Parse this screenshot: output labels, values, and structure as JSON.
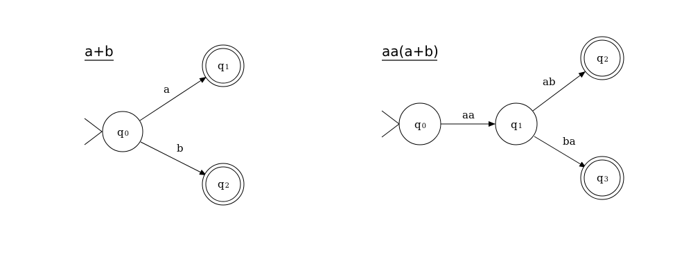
{
  "diagrams": [
    {
      "title": "a+b",
      "states": [
        {
          "id": "q0",
          "name": "q",
          "sub": "0",
          "accepting": false,
          "start": true
        },
        {
          "id": "q1",
          "name": "q",
          "sub": "1",
          "accepting": true,
          "start": false
        },
        {
          "id": "q2",
          "name": "q",
          "sub": "2",
          "accepting": true,
          "start": false
        }
      ],
      "transitions": [
        {
          "from": "q0",
          "to": "q1",
          "label": "a"
        },
        {
          "from": "q0",
          "to": "q2",
          "label": "b"
        }
      ]
    },
    {
      "title": "aa(a+b)",
      "states": [
        {
          "id": "q0",
          "name": "q",
          "sub": "0",
          "accepting": false,
          "start": true
        },
        {
          "id": "q1",
          "name": "q",
          "sub": "1",
          "accepting": false,
          "start": false
        },
        {
          "id": "q2",
          "name": "q",
          "sub": "2",
          "accepting": true,
          "start": false
        },
        {
          "id": "q3",
          "name": "q",
          "sub": "3",
          "accepting": true,
          "start": false
        }
      ],
      "transitions": [
        {
          "from": "q0",
          "to": "q1",
          "label": "aa"
        },
        {
          "from": "q1",
          "to": "q2",
          "label": "ab"
        },
        {
          "from": "q1",
          "to": "q3",
          "label": "ba"
        }
      ]
    }
  ]
}
